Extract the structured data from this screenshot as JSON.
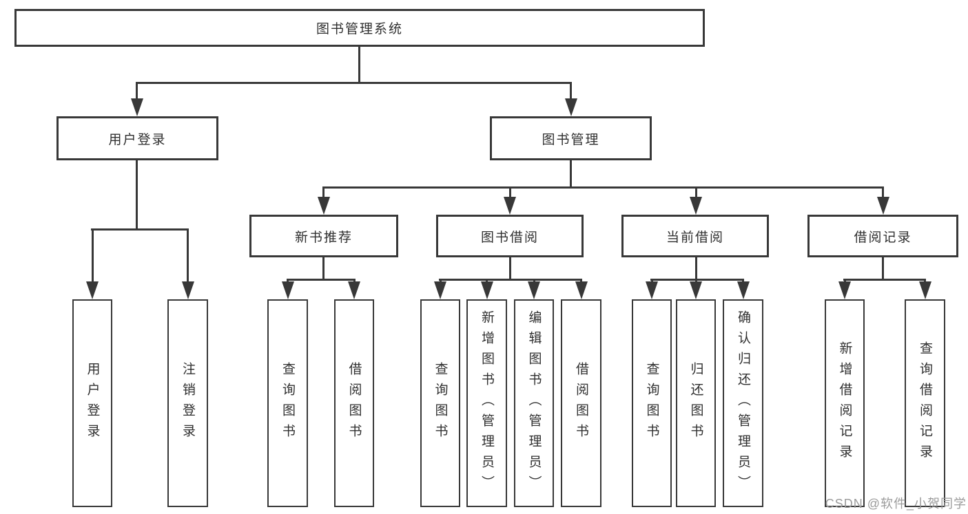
{
  "diagram": {
    "root": {
      "label": "图书管理系统"
    },
    "level2": {
      "user_login": {
        "label": "用户登录"
      },
      "book_mgmt": {
        "label": "图书管理"
      }
    },
    "level3": {
      "new_book_rec": {
        "label": "新书推荐"
      },
      "book_borrow": {
        "label": "图书借阅"
      },
      "current_borrow": {
        "label": "当前借阅"
      },
      "borrow_record": {
        "label": "借阅记录"
      }
    },
    "leaves": {
      "user_login_1": {
        "label": "用户登录"
      },
      "user_login_2": {
        "label": "注销登录"
      },
      "new_book_1": {
        "label": "查询图书"
      },
      "new_book_2": {
        "label": "借阅图书"
      },
      "borrow_1": {
        "label": "查询图书"
      },
      "borrow_2": {
        "label": "新增图书（管理员）"
      },
      "borrow_3": {
        "label": "编辑图书（管理员）"
      },
      "borrow_4": {
        "label": "借阅图书"
      },
      "current_1": {
        "label": "查询图书"
      },
      "current_2": {
        "label": "归还图书"
      },
      "current_3": {
        "label": "确认归还（管理员）"
      },
      "record_1": {
        "label": "新增借阅记录"
      },
      "record_2": {
        "label": "查询借阅记录"
      }
    },
    "watermark": "CSDN @软件_小贺同学",
    "colors": {
      "line": "#383838",
      "text": "#2f2f2f",
      "background": "#ffffff",
      "watermark": "#9b9b9b"
    }
  }
}
